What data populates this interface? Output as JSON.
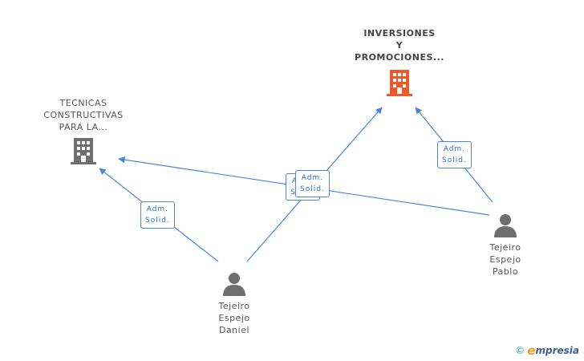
{
  "nodes": {
    "company_top": {
      "lines": [
        "INVERSIONES",
        "Y",
        "PROMOCIONES..."
      ],
      "icon": "building-icon",
      "color": "#f05a2a"
    },
    "company_left": {
      "lines": [
        "TECNICAS",
        "CONSTRUCTIVAS",
        "PARA LA..."
      ],
      "icon": "building-icon",
      "color": "#6e6e6e"
    },
    "person_daniel": {
      "lines": [
        "Tejeiro",
        "Espejo",
        "Daniel"
      ],
      "icon": "person-icon",
      "color": "#6e6e6e"
    },
    "person_pablo": {
      "lines": [
        "Tejeiro",
        "Espejo",
        "Pablo"
      ],
      "icon": "person-icon",
      "color": "#6e6e6e"
    }
  },
  "edges": [
    {
      "from": "person_daniel",
      "to": "company_left",
      "role": [
        "Adm.",
        "Solid."
      ]
    },
    {
      "from": "person_daniel",
      "to": "company_top",
      "role": [
        "Adm.",
        "Solid."
      ]
    },
    {
      "from": "person_pablo",
      "to": "company_left",
      "role": [
        "Adm.",
        "Solid."
      ]
    },
    {
      "from": "person_pablo",
      "to": "company_top",
      "role": [
        "Adm.",
        "Solid."
      ]
    }
  ],
  "footer": {
    "copyright": "©",
    "brand_initial": "e",
    "brand_rest": "mpresia"
  },
  "colors": {
    "edge": "#4a86d8",
    "accent_building": "#f05a2a",
    "neutral_icon": "#6e6e6e"
  }
}
